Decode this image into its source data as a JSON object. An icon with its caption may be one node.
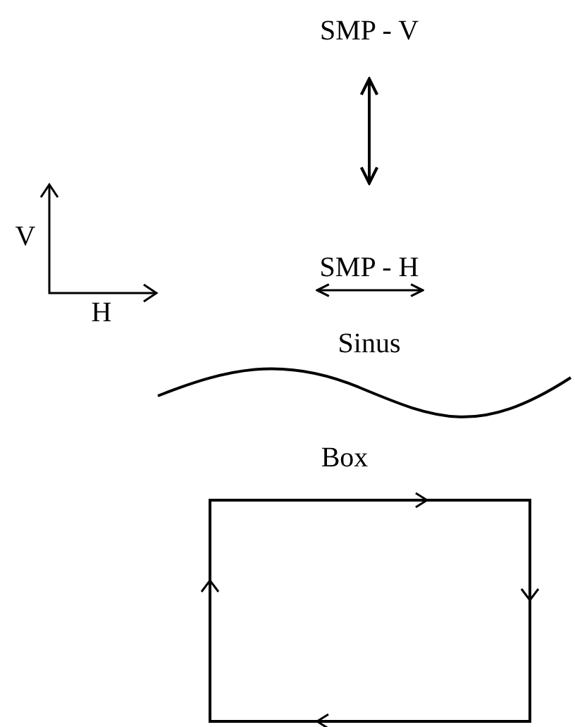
{
  "diagram": {
    "nodes": [
      {
        "text": [
          "Box"
        ]
      }
    ],
    "labels": [
      "SMP - V",
      "V",
      "SMP - H",
      "H",
      "Sinus"
    ]
  }
}
